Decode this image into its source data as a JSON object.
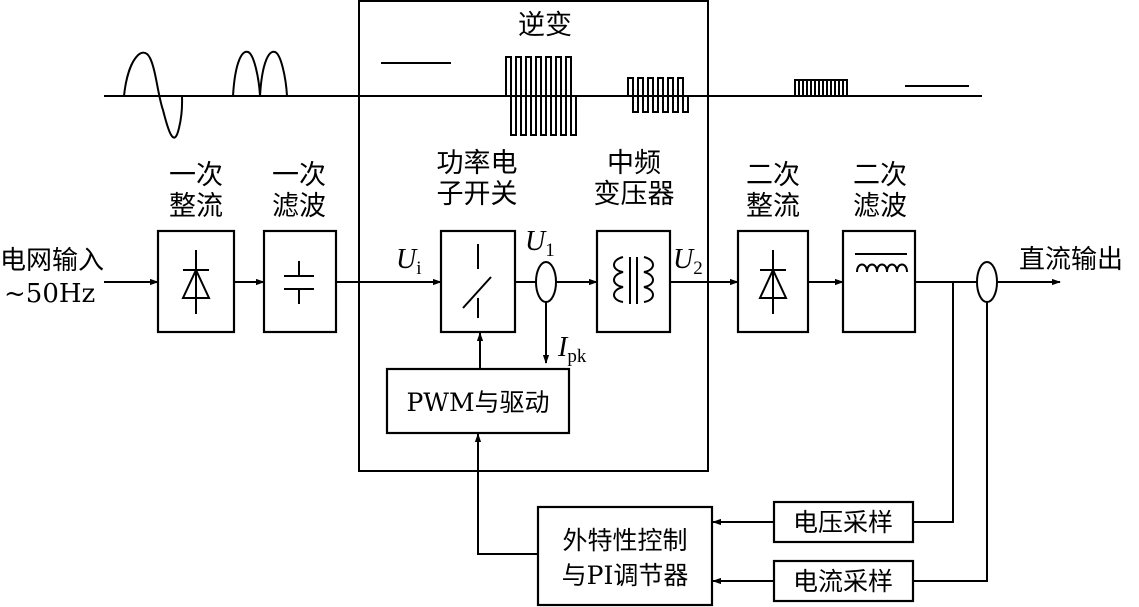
{
  "inverter_section": {
    "title": "逆变"
  },
  "input": {
    "line1": "电网输入",
    "line2": "~50Hz"
  },
  "output": {
    "label": "直流输出"
  },
  "blocks": {
    "rect1": {
      "line1": "一次",
      "line2": "整流"
    },
    "filter1": {
      "line1": "一次",
      "line2": "滤波"
    },
    "switch": {
      "line1": "功率电",
      "line2": "子开关"
    },
    "transformer": {
      "line1": "中频",
      "line2": "变压器"
    },
    "rect2": {
      "line1": "二次",
      "line2": "整流"
    },
    "filter2": {
      "line1": "二次",
      "line2": "滤波"
    },
    "pwm": {
      "label": "PWM与驱动"
    },
    "controller": {
      "line1": "外特性控制",
      "line2": "与PI调节器"
    },
    "voltage_sampling": {
      "label": "电压采样"
    },
    "current_sampling": {
      "label": "电流采样"
    }
  },
  "signals": {
    "ui": {
      "main": "U",
      "sub": "i"
    },
    "u1": {
      "main": "U",
      "sub": "1"
    },
    "u2": {
      "main": "U",
      "sub": "2"
    },
    "ipk": {
      "main": "I",
      "sub": "pk"
    }
  }
}
